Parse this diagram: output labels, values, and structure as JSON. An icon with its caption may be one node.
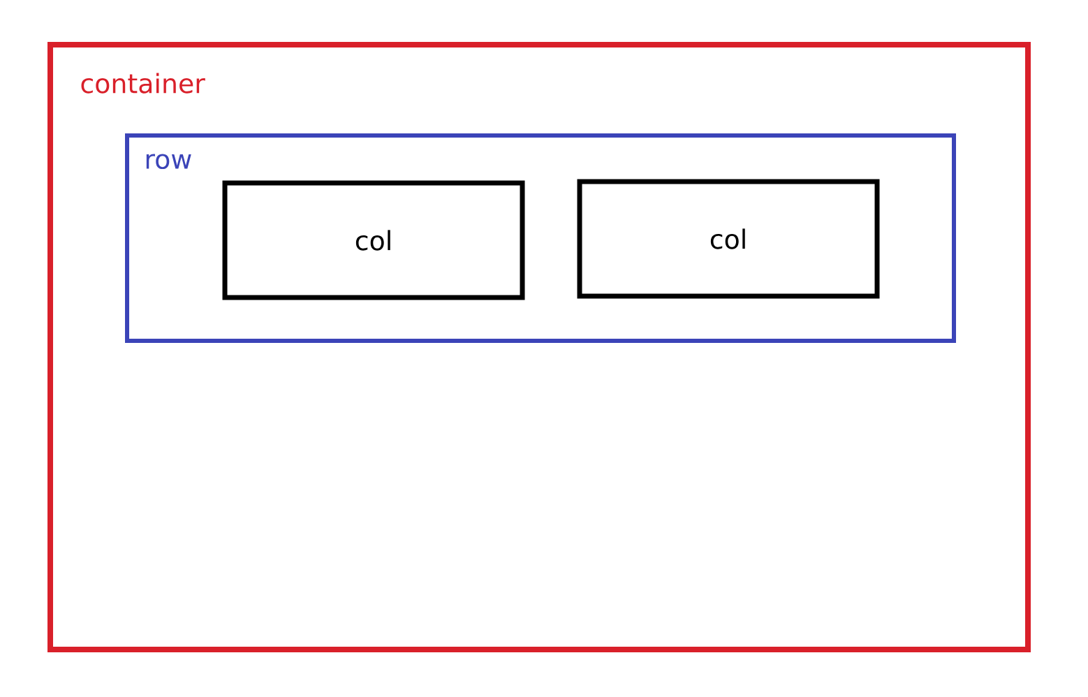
{
  "diagram": {
    "nodes": [
      {
        "text": [
          "container"
        ]
      },
      {
        "text": [
          "row"
        ],
        "in": 0
      },
      {
        "text": [
          "col"
        ],
        "in": 1
      },
      {
        "text": [
          "col"
        ],
        "in": 1
      }
    ]
  }
}
